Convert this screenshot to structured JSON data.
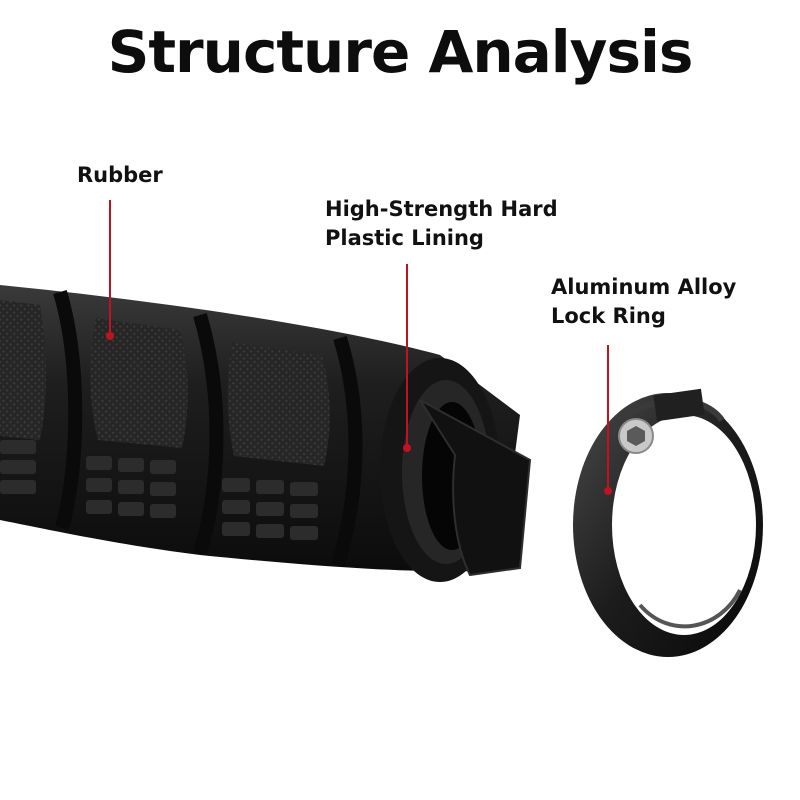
{
  "title": "Structure Analysis",
  "callouts": [
    {
      "lines": [
        "Rubber"
      ]
    },
    {
      "lines": [
        "High-Strength Hard",
        "Plastic Lining"
      ]
    },
    {
      "lines": [
        "Aluminum Alloy",
        "Lock Ring"
      ]
    }
  ],
  "colors": {
    "accent": "#c1121f",
    "product": "#1a1a1a",
    "background": "#ffffff"
  }
}
